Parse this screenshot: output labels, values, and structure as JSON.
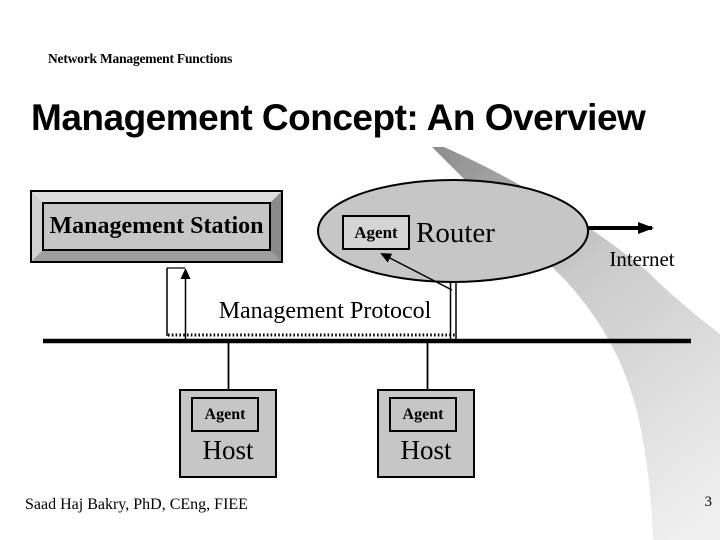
{
  "slide": {
    "eyebrow": "Network Management Functions",
    "title": "Management Concept: An Overview",
    "footer": "Saad Haj Bakry, PhD, CEng, FIEE",
    "page_number": "3"
  },
  "diagram": {
    "station_label": "Management Station",
    "router": {
      "agent_label": "Agent",
      "label": "Router"
    },
    "internet_label": "Internet",
    "protocol_label": "Management Protocol",
    "hosts": [
      {
        "agent_label": "Agent",
        "host_label": "Host"
      },
      {
        "agent_label": "Agent",
        "host_label": "Host"
      }
    ]
  },
  "colors": {
    "background": "#ffffff",
    "text_color": "#000000",
    "line_color": "#000000",
    "shape_fill": "#c6c6c6",
    "agent_box_fill": "#d4d4d4",
    "bevel_light": "#dcdcdc",
    "bevel_left": "#d0d0d0",
    "bevel_dark": "#8a8a8a",
    "bevel_bottom": "#9e9e9e",
    "swoosh_dark": "#8c8c8c",
    "swoosh_mid": "#c9c9c9",
    "swoosh_light": "#efefef"
  }
}
